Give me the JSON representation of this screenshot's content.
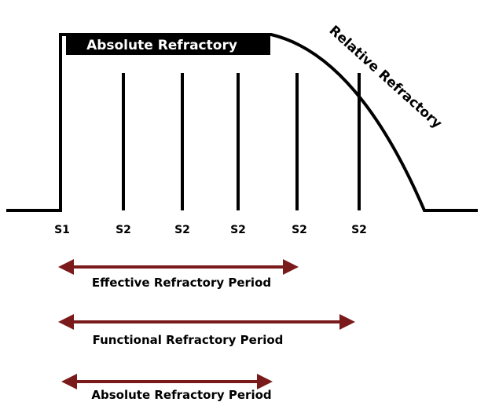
{
  "diagram": {
    "absolute_refractory_label": "Absolute Refractory",
    "relative_refractory_label": "Relative Refractory",
    "stimulus_labels": [
      "S1",
      "S2",
      "S2",
      "S2",
      "S2",
      "S2"
    ],
    "periods": [
      {
        "label": "Effective Refractory Period"
      },
      {
        "label": "Functional Refractory Period"
      },
      {
        "label": "Absolute Refractory Period"
      }
    ],
    "colors": {
      "trace": "#000000",
      "label_box": "#000000",
      "label_box_text": "#ffffff",
      "arrow": "#7a1a1a",
      "text": "#000000"
    }
  }
}
